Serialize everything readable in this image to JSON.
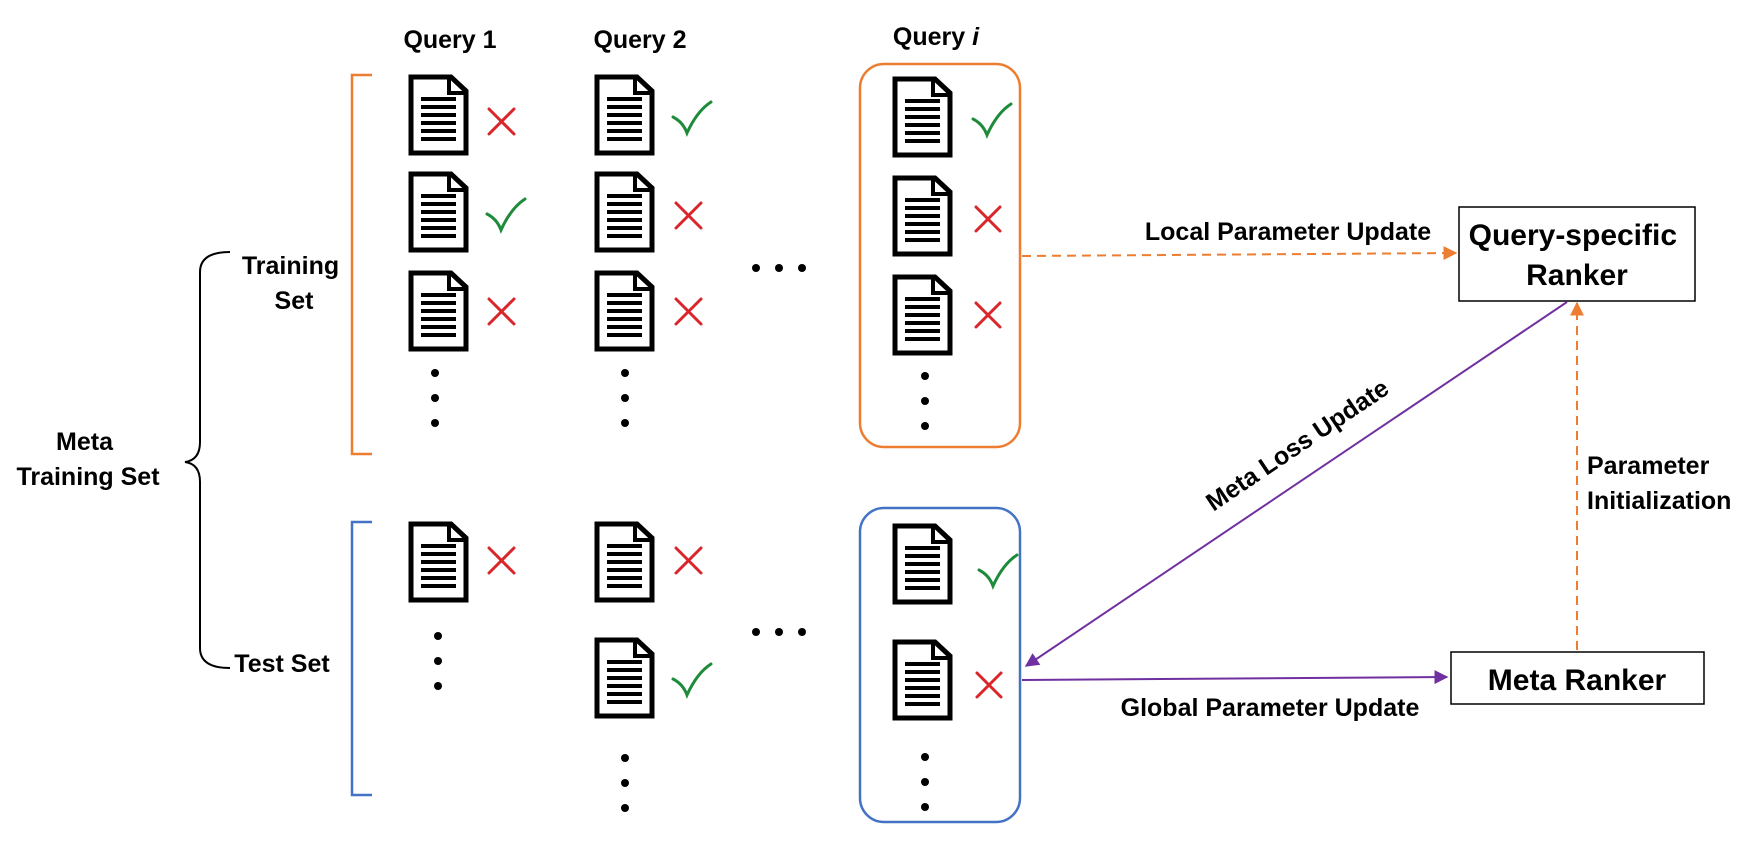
{
  "colors": {
    "train_bracket": "#ED7D31",
    "test_bracket": "#4472C4",
    "correct": "#1E8B3A",
    "wrong": "#D9262A",
    "meta_arrow": "#7030A0",
    "init_arrow": "#ED7D31"
  },
  "queries": {
    "q1": {
      "prefix": "Query 1",
      "suffix": ""
    },
    "q2": {
      "prefix": "Query 2",
      "suffix": ""
    },
    "qi": {
      "prefix": "Query ",
      "suffix": "i"
    }
  },
  "sets": {
    "meta": [
      "Meta",
      "Training Set"
    ],
    "training": [
      "Training",
      "Set"
    ],
    "test": "Test Set"
  },
  "rankers": {
    "query_specific": [
      "Query-specific",
      "Ranker"
    ],
    "meta": "Meta Ranker"
  },
  "arrows": {
    "local": "Local Parameter Update",
    "global": "Global Parameter Update",
    "meta_loss": "Meta Loss Update",
    "init": [
      "Parameter",
      "Initialization"
    ]
  },
  "documents": {
    "training": [
      {
        "query": 1,
        "row": 1,
        "label": "wrong"
      },
      {
        "query": 1,
        "row": 2,
        "label": "correct"
      },
      {
        "query": 1,
        "row": 3,
        "label": "wrong"
      },
      {
        "query": 2,
        "row": 1,
        "label": "correct"
      },
      {
        "query": 2,
        "row": 2,
        "label": "wrong"
      },
      {
        "query": 2,
        "row": 3,
        "label": "wrong"
      },
      {
        "query": "i",
        "row": 1,
        "label": "correct"
      },
      {
        "query": "i",
        "row": 2,
        "label": "wrong"
      },
      {
        "query": "i",
        "row": 3,
        "label": "wrong"
      }
    ],
    "test": [
      {
        "query": 1,
        "row": 1,
        "label": "wrong"
      },
      {
        "query": 2,
        "row": 1,
        "label": "wrong"
      },
      {
        "query": 2,
        "row": 2,
        "label": "correct"
      },
      {
        "query": "i",
        "row": 1,
        "label": "correct"
      },
      {
        "query": "i",
        "row": 2,
        "label": "wrong"
      }
    ]
  }
}
